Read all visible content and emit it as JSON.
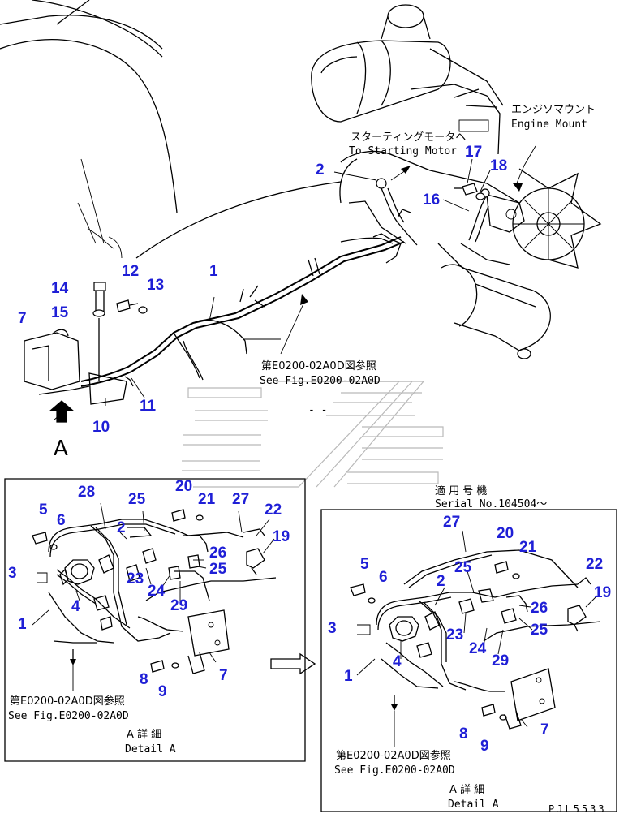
{
  "notes": {
    "engine_mount_jp": "エンジソマウント",
    "engine_mount_en": "Engine Mount",
    "starting_motor_jp": "スターティングモータヘ",
    "starting_motor_en": "To Starting Motor",
    "see_fig_main_jp": "第E0200-02A0D図参照",
    "see_fig_main_en": "See Fig.E0200-02A0D",
    "dash_mark": "- -",
    "arrow_letter": "A",
    "detail_left_see_jp": "第E0200-02A0D図参照",
    "detail_left_see_en": "See Fig.E0200-02A0D",
    "detail_left_title_jp": "A 詳 細",
    "detail_left_title_en": "Detail A",
    "serial_jp": "適 用 号 機",
    "serial_en": "Serial No.104504～",
    "detail_right_see_jp": "第E0200-02A0D図参照",
    "detail_right_see_en": "See Fig.E0200-02A0D",
    "detail_right_title_jp": "A 詳 細",
    "detail_right_title_en": "Detail A",
    "drawing_code": "PJL5533"
  },
  "callouts": {
    "main": [
      "1",
      "2",
      "7",
      "10",
      "11",
      "12",
      "13",
      "14",
      "15",
      "16",
      "17",
      "18"
    ],
    "detail_left": [
      "1",
      "2",
      "3",
      "4",
      "5",
      "6",
      "7",
      "8",
      "9",
      "19",
      "20",
      "21",
      "22",
      "23",
      "24",
      "25",
      "25",
      "26",
      "27",
      "28",
      "29"
    ],
    "detail_right": [
      "1",
      "2",
      "3",
      "4",
      "5",
      "6",
      "7",
      "8",
      "9",
      "19",
      "20",
      "21",
      "22",
      "23",
      "24",
      "25",
      "25",
      "26",
      "27",
      "29"
    ]
  },
  "colors": {
    "callout": "#1f1fd6",
    "line": "#000000",
    "watermark": "#b9b9b9"
  }
}
